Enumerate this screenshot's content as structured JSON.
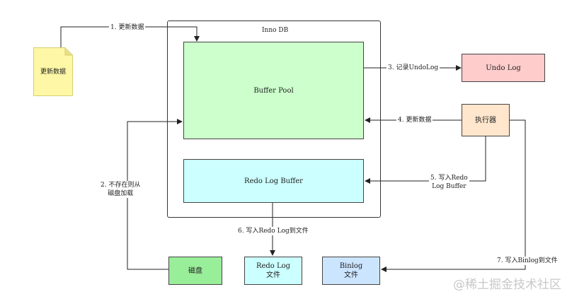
{
  "title": "Inno DB",
  "nodes": {
    "update_data_note": "更新数据",
    "buffer_pool": "Buffer Pool",
    "redo_log_buffer": "Redo Log Buffer",
    "undo_log": "Undo Log",
    "executor": "执行器",
    "disk": "磁盘",
    "redo_log_file": "Redo Log\n文件",
    "binlog_file": "Binlog\n文件"
  },
  "edges": {
    "e1": "1. 更新数据",
    "e2": "2. 不存在则从\n磁盘加载",
    "e3": "3. 记录UndoLog",
    "e4": "4. 更新数据",
    "e5": "5. 写入Redo\nLog Buffer",
    "e6": "6. 写入Redo Log到文件",
    "e7": "7. 写入Binlog到文件"
  },
  "watermark": "@稀土掘金技术社区",
  "colors": {
    "note_fill": "#fdf7a6",
    "buffer_pool_fill": "#ccffcc",
    "redo_log_buffer_fill": "#ccffff",
    "undo_log_fill": "#ffcccc",
    "executor_fill": "#ffe6cc",
    "disk_fill": "#99ee99",
    "redo_file_fill": "#ccffff",
    "binlog_file_fill": "#cce5ff"
  }
}
